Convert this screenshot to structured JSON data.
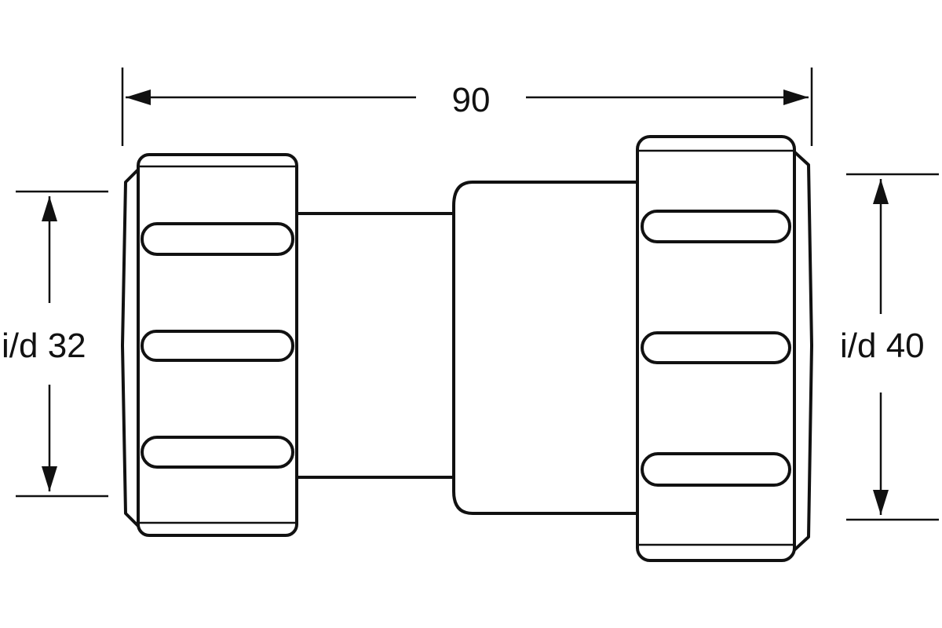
{
  "dimensions": {
    "overall_length": "90",
    "left_inner_diameter": "i/d 32",
    "right_inner_diameter": "i/d 40"
  },
  "colors": {
    "line": "#111111",
    "background": "#ffffff"
  }
}
